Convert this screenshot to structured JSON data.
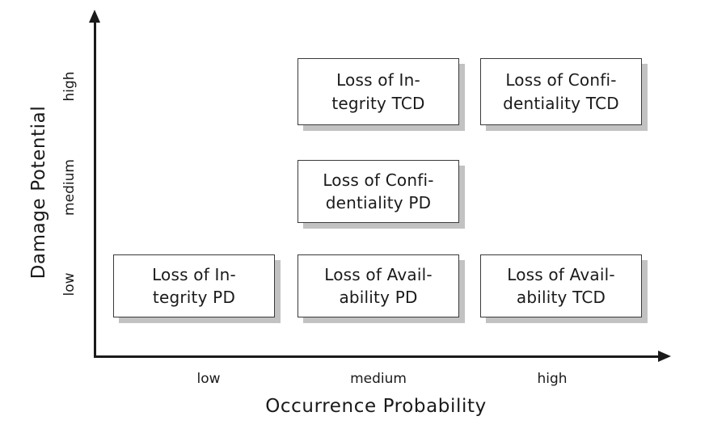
{
  "chart_data": {
    "type": "table",
    "title": "",
    "xlabel": "Occurrence Probability",
    "ylabel": "Damage Potential",
    "x_categories": [
      "low",
      "medium",
      "high"
    ],
    "y_categories": [
      "low",
      "medium",
      "high"
    ],
    "grid": false,
    "legend": "none",
    "cells": [
      {
        "x": "medium",
        "y": "high",
        "label": "Loss of In-\ntegrity TCD"
      },
      {
        "x": "high",
        "y": "high",
        "label": "Loss of Confi-\ndentiality TCD"
      },
      {
        "x": "medium",
        "y": "medium",
        "label": "Loss of Confi-\ndentiality PD"
      },
      {
        "x": "low",
        "y": "low",
        "label": "Loss of In-\ntegrity PD"
      },
      {
        "x": "medium",
        "y": "low",
        "label": "Loss of Avail-\nability PD"
      },
      {
        "x": "high",
        "y": "low",
        "label": "Loss of Avail-\nability TCD"
      }
    ]
  },
  "axes": {
    "y": {
      "title": "Damage Potential",
      "ticks": {
        "high": "high",
        "medium": "medium",
        "low": "low"
      }
    },
    "x": {
      "title": "Occurrence Probability",
      "ticks": {
        "low": "low",
        "medium": "medium",
        "high": "high"
      }
    }
  },
  "cells": {
    "integrity_tcd": "Loss of In-\ntegrity TCD",
    "confidentiality_tcd": "Loss of Confi-\ndentiality TCD",
    "confidentiality_pd": "Loss of Confi-\ndentiality PD",
    "integrity_pd": "Loss of In-\ntegrity PD",
    "availability_pd": "Loss of Avail-\nability PD",
    "availability_tcd": "Loss of Avail-\nability TCD"
  },
  "colors": {
    "stroke": "#3a3a3a",
    "axis": "#1a1a1a",
    "shadow": "#c2c2c2",
    "cell_fill": "#ffffff",
    "background": "#ffffff"
  }
}
